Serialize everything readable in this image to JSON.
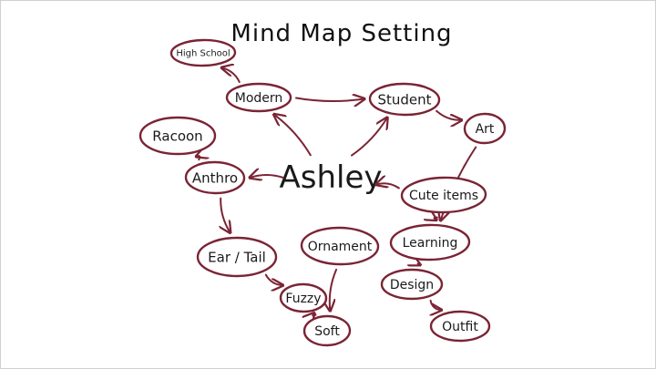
{
  "diagram": {
    "title": "Mind Map Setting",
    "center": "Ashley",
    "colors": {
      "ink": "#1a1a1a",
      "accent": "#7a2434",
      "background": "#ffffff"
    },
    "nodes": [
      {
        "id": "high_school",
        "label": "High School"
      },
      {
        "id": "modern",
        "label": "Modern"
      },
      {
        "id": "student",
        "label": "Student"
      },
      {
        "id": "art",
        "label": "Art"
      },
      {
        "id": "racoon",
        "label": "Racoon"
      },
      {
        "id": "anthro",
        "label": "Anthro"
      },
      {
        "id": "cute_items",
        "label": "Cute items"
      },
      {
        "id": "ear_tail",
        "label": "Ear / Tail"
      },
      {
        "id": "ornament",
        "label": "Ornament"
      },
      {
        "id": "learning",
        "label": "Learning"
      },
      {
        "id": "design",
        "label": "Design"
      },
      {
        "id": "fuzzy",
        "label": "Fuzzy"
      },
      {
        "id": "soft",
        "label": "Soft"
      },
      {
        "id": "outfit",
        "label": "Outfit"
      }
    ],
    "edges": [
      {
        "from": "center",
        "to": "modern"
      },
      {
        "from": "center",
        "to": "student"
      },
      {
        "from": "center",
        "to": "anthro"
      },
      {
        "from": "modern",
        "to": "high_school"
      },
      {
        "from": "modern",
        "to": "student"
      },
      {
        "from": "student",
        "to": "art"
      },
      {
        "from": "art",
        "to": "learning"
      },
      {
        "from": "anthro",
        "to": "racoon"
      },
      {
        "from": "anthro",
        "to": "ear_tail"
      },
      {
        "from": "ear_tail",
        "to": "fuzzy"
      },
      {
        "from": "fuzzy",
        "to": "soft"
      },
      {
        "from": "ornament",
        "to": "soft"
      },
      {
        "from": "cute_items",
        "to": "center"
      },
      {
        "from": "cute_items",
        "to": "learning"
      },
      {
        "from": "learning",
        "to": "design"
      },
      {
        "from": "design",
        "to": "outfit"
      }
    ]
  }
}
